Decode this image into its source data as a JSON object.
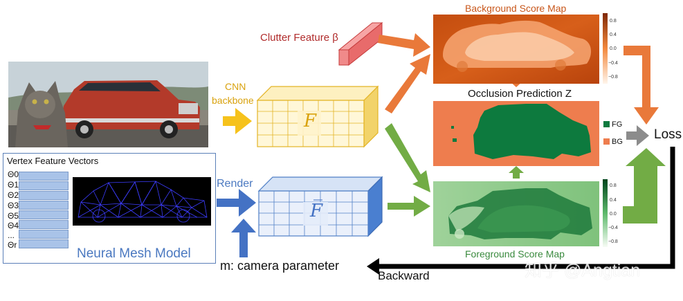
{
  "labels": {
    "clutter_feature": "Clutter Feature β",
    "cnn_backbone_line1": "CNN",
    "cnn_backbone_line2": "backbone",
    "feature_F": "F",
    "feature_Fbar": "F̅",
    "render": "Render",
    "camera_parameter": "m: camera parameter",
    "backward": "Backward",
    "loss": "Loss",
    "background_score_map": "Background Score Map",
    "occlusion_prediction": "Occlusion Prediction Z",
    "foreground_score_map": "Foreground Score Map",
    "watermark": "知乎 @Angtian"
  },
  "mesh_panel": {
    "title": "Vertex Feature Vectors",
    "theta_labels": [
      "Θ0",
      "Θ1",
      "Θ2",
      "Θ3",
      "Θ5",
      "Θ4",
      "...",
      "Θr"
    ],
    "model_label": "Neural Mesh Model"
  },
  "legend": {
    "fg": "FG",
    "bg": "BG",
    "fg_color": "#0d7a3e",
    "bg_color": "#ee7d4e"
  },
  "colorbar_ticks": [
    "0.8",
    "0.4",
    "0.0",
    "−0.4",
    "−0.8"
  ],
  "colors": {
    "orange_arrow": "#e9793a",
    "green_arrow": "#72ac45",
    "blue_arrow": "#4472c4",
    "yellow_arrow": "#f6c21c",
    "clutter_text": "#b02b2b",
    "render_text": "#4a78c0",
    "cnn_text": "#d9a20e"
  }
}
